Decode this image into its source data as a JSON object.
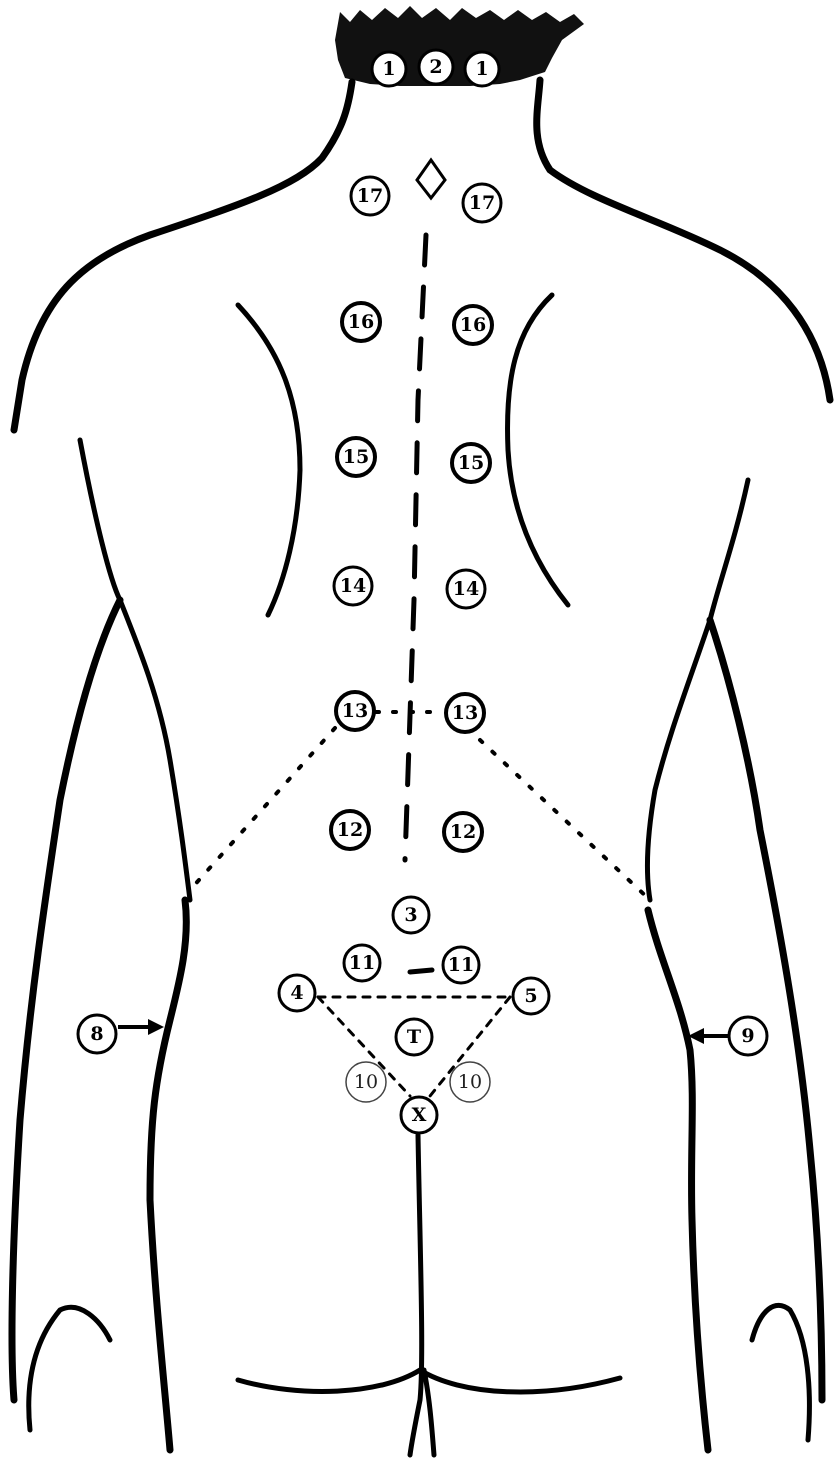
{
  "diagram": {
    "markers": {
      "neck_left": "1",
      "neck_center": "2",
      "neck_right": "1",
      "m17_left": "17",
      "m17_right": "17",
      "m16_left": "16",
      "m16_right": "16",
      "m15_left": "15",
      "m15_right": "15",
      "m14_left": "14",
      "m14_right": "14",
      "m13_left": "13",
      "m13_right": "13",
      "m12_left": "12",
      "m12_right": "12",
      "m3": "3",
      "m11_left": "11",
      "m11_right": "11",
      "m4": "4",
      "m5": "5",
      "mT": "T",
      "m10_left": "10",
      "m10_right": "10",
      "mX": "X",
      "m8": "8",
      "m9": "9"
    },
    "colors": {
      "ink": "#000000",
      "paper": "#ffffff",
      "hair": "#111111"
    },
    "symbols": {
      "neck_marker": "diamond"
    }
  }
}
